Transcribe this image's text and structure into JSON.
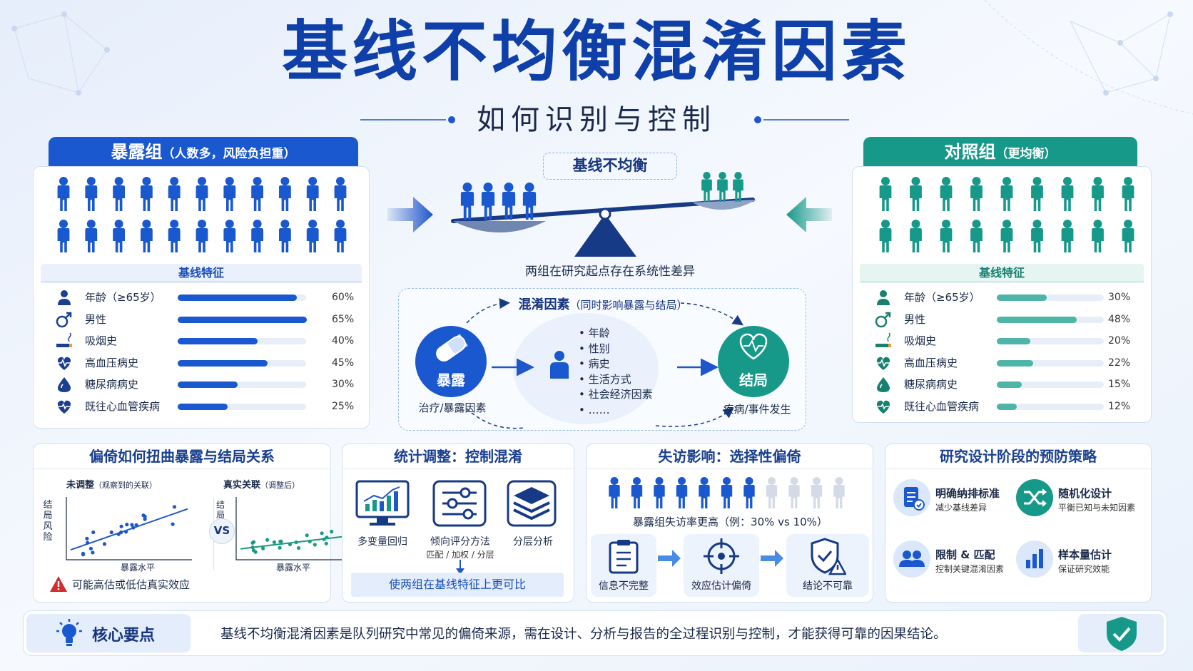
{
  "title": "基线不均衡混淆因素",
  "subtitle": "如何识别与控制",
  "exposed": {
    "name": "暴露组",
    "note": "（人数多，风险负担重）",
    "features_title": "基线特征",
    "features": [
      {
        "label": "年龄（≥65岁）",
        "value": 60,
        "pct": "60%",
        "icon": "elder-icon"
      },
      {
        "label": "男性",
        "value": 65,
        "pct": "65%",
        "icon": "male-icon"
      },
      {
        "label": "吸烟史",
        "value": 40,
        "pct": "40%",
        "icon": "cigarette-icon"
      },
      {
        "label": "高血压病史",
        "value": 45,
        "pct": "45%",
        "icon": "heartbeat-icon"
      },
      {
        "label": "糖尿病病史",
        "value": 30,
        "pct": "30%",
        "icon": "blood-drop-icon"
      },
      {
        "label": "既往心血管疾病",
        "value": 25,
        "pct": "25%",
        "icon": "heart-pulse-icon"
      }
    ]
  },
  "control": {
    "name": "对照组",
    "note": "（更均衡）",
    "features_title": "基线特征",
    "features": [
      {
        "label": "年龄（≥65岁）",
        "value": 30,
        "pct": "30%",
        "icon": "elder-icon"
      },
      {
        "label": "男性",
        "value": 48,
        "pct": "48%",
        "icon": "male-icon"
      },
      {
        "label": "吸烟史",
        "value": 20,
        "pct": "20%",
        "icon": "cigarette-icon"
      },
      {
        "label": "高血压病史",
        "value": 22,
        "pct": "22%",
        "icon": "heartbeat-icon"
      },
      {
        "label": "糖尿病病史",
        "value": 15,
        "pct": "15%",
        "icon": "blood-drop-icon"
      },
      {
        "label": "既往心血管疾病",
        "value": 12,
        "pct": "12%",
        "icon": "heart-pulse-icon"
      }
    ]
  },
  "imbalance": {
    "label": "基线不均衡",
    "caption": "两组在研究起点存在系统性差异"
  },
  "confounding": {
    "title": "混淆因素",
    "title_note": "（同时影响暴露与结局）",
    "exposure_label": "暴露",
    "exposure_caption": "治疗/暴露因素",
    "outcome_label": "结局",
    "outcome_caption": "疾病/事件发生",
    "factors": [
      "年龄",
      "性别",
      "病史",
      "生活方式",
      "社会经济因素",
      "……"
    ]
  },
  "bias": {
    "title": "偏倚如何扭曲暴露与结局关系",
    "left_title": "未调整",
    "left_note": "（观察到的关联）",
    "right_title": "真实关联",
    "right_note": "（调整后）",
    "vs": "VS",
    "ylabel": "结局风险",
    "xlabel": "暴露水平",
    "warning": "可能高估或低估真实效应",
    "colors": {
      "unadjusted": "#1f56c9",
      "true": "#1a9a82"
    }
  },
  "adjust": {
    "title": "统计调整：控制混淆",
    "methods": [
      {
        "label": "多变量回归",
        "sub": "",
        "icon": "monitor-chart-icon"
      },
      {
        "label": "倾向评分方法",
        "sub": "匹配 / 加权 / 分层",
        "icon": "sliders-icon"
      },
      {
        "label": "分层分析",
        "sub": "",
        "icon": "layers-icon"
      }
    ],
    "summary": "使两组在基线特征上更可比"
  },
  "loss": {
    "title": "失访影响：选择性偏倚",
    "caption": "暴露组失访率更高（例：30% vs 10%）",
    "retained": 7,
    "lost": 4,
    "steps": [
      {
        "label": "信息不完整",
        "icon": "clipboard-icon"
      },
      {
        "label": "效应估计偏倚",
        "icon": "target-icon"
      },
      {
        "label": "结论不可靠",
        "icon": "shield-warning-icon"
      }
    ]
  },
  "prevent": {
    "title": "研究设计阶段的预防策略",
    "items": [
      {
        "title": "明确纳排标准",
        "sub": "减少基线差异",
        "icon": "checklist-icon"
      },
      {
        "title": "随机化设计",
        "sub": "平衡已知与未知因素",
        "icon": "shuffle-icon"
      },
      {
        "title": "限制 & 匹配",
        "sub": "控制关键混淆因素",
        "icon": "users-icon"
      },
      {
        "title": "样本量估计",
        "sub": "保证研究效能",
        "icon": "bar-chart-icon"
      }
    ]
  },
  "core": {
    "label": "核心要点",
    "text": "基线不均衡混淆因素是队列研究中常见的偏倚来源，需在设计、分析与报告的全过程识别与控制，才能获得可靠的因果结论。"
  }
}
